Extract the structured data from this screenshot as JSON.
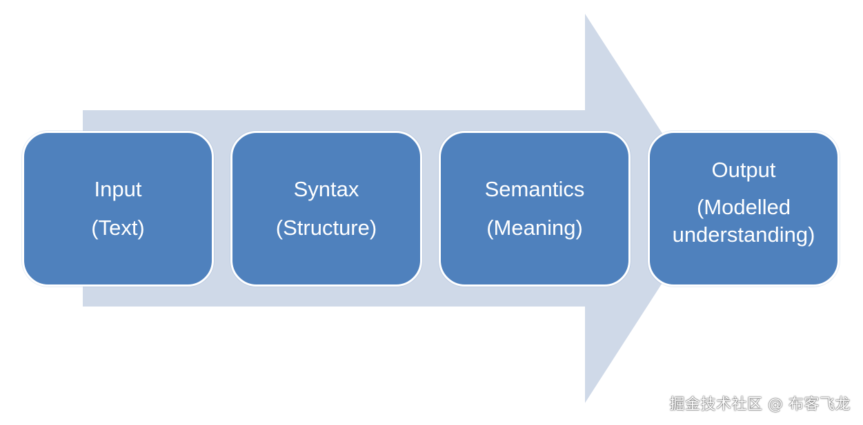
{
  "diagram": {
    "arrow_color": "#cfd9e8",
    "box_color": "#4f81bd",
    "steps": [
      {
        "title": "Input",
        "subtitle": "(Text)"
      },
      {
        "title": "Syntax",
        "subtitle": "(Structure)"
      },
      {
        "title": "Semantics",
        "subtitle": "(Meaning)"
      },
      {
        "title": "Output",
        "subtitle": "(Modelled understanding)"
      }
    ]
  },
  "watermark": "掘金技术社区 @ 布客飞龙"
}
